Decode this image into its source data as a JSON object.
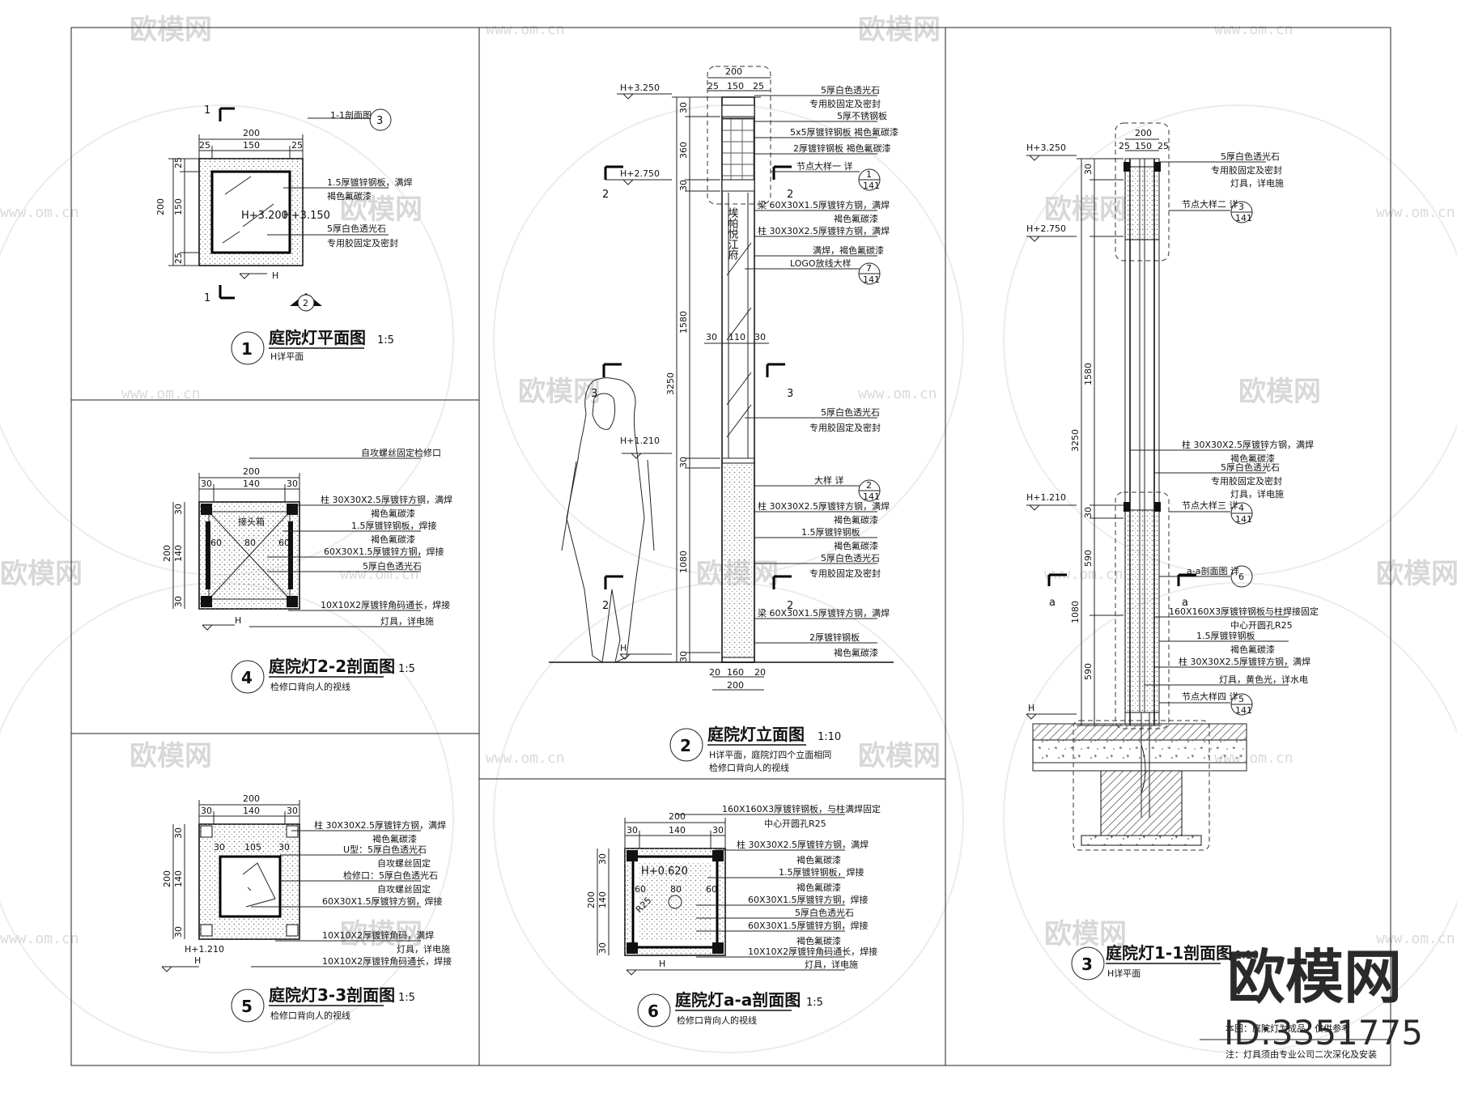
{
  "watermark": {
    "brand": "欧模网",
    "url": "www.om.cn",
    "corner_brand": "欧模网",
    "corner_id": "ID:3351775"
  },
  "panel1": {
    "title": "庭院灯平面图",
    "scale": "1:5",
    "num": "1",
    "sub": "H详平面",
    "dims": [
      "200",
      "25",
      "150",
      "25"
    ],
    "levels": [
      "H+3.200",
      "H+3.150"
    ],
    "notes": [
      "1.5厚镀锌钢板，满焊",
      "褐色氟碳漆",
      "5厚白色透光石",
      "专用胶固定及密封"
    ],
    "section_ref": "1-1剖面图",
    "ref_num": "3",
    "cut": "1",
    "hmark": "H",
    "tri": "2"
  },
  "panel4": {
    "title": "庭院灯2-2剖面图",
    "scale": "1:5",
    "num": "4",
    "sub": "检修口背向人的视线",
    "dims": [
      "200",
      "30",
      "140",
      "30",
      "60",
      "80",
      "60"
    ],
    "notes": [
      "自攻螺丝固定检修口",
      "柱 30X30X2.5厚镀锌方钢，满焊",
      "褐色氟碳漆",
      "1.5厚镀锌钢板，焊接",
      "褐色氟碳漆",
      "60X30X1.5厚镀锌方钢，焊接",
      "5厚白色透光石",
      "10X10X2厚镀锌角码通长，焊接",
      "灯具，详电施"
    ],
    "inner_label": "接头箱",
    "hmark": "H"
  },
  "panel5": {
    "title": "庭院灯3-3剖面图",
    "scale": "1:5",
    "num": "5",
    "sub": "检修口背向人的视线",
    "dims": [
      "200",
      "30",
      "140",
      "30",
      "30",
      "105",
      "30"
    ],
    "level": "H+1.210",
    "notes": [
      "柱 30X30X2.5厚镀锌方钢，满焊",
      "褐色氟碳漆",
      "U型：5厚白色透光石",
      "自攻螺丝固定",
      "检修口：5厚白色透光石",
      "自攻螺丝固定",
      "60X30X1.5厚镀锌方钢，焊接",
      "10X10X2厚镀锌角码，满焊",
      "灯具，详电施",
      "10X10X2厚镀锌角码通长，焊接"
    ],
    "hmark": "H"
  },
  "panel2": {
    "title": "庭院灯立面图",
    "scale": "1:10",
    "num": "2",
    "sub1": "H详平面，庭院灯四个立面相同",
    "sub2": "检修口背向人的视线",
    "levels": [
      "H+3.250",
      "H+2.750",
      "H+1.210",
      "H"
    ],
    "dims_top": [
      "200",
      "25",
      "150",
      "25"
    ],
    "dims_side": [
      "30",
      "360",
      "30",
      "1580",
      "3250",
      "30",
      "1080",
      "30"
    ],
    "dims_mid": [
      "30",
      "110",
      "30"
    ],
    "dims_bottom": [
      "20",
      "160",
      "20",
      "200"
    ],
    "logo_text": "埃帕悦江府",
    "cuts": [
      "2",
      "2",
      "3",
      "3",
      "2",
      "2"
    ],
    "notes": [
      "5厚白色透光石",
      "专用胶固定及密封",
      "5厚不锈钢板",
      "5x5厚镀锌钢板 褐色氟碳漆",
      "2厚镀锌钢板 褐色氟碳漆",
      "节点大样一 详",
      "梁 60X30X1.5厚镀锌方钢，满焊",
      "褐色氟碳漆",
      "柱 30X30X2.5厚镀锌方钢，满焊",
      "满焊，褐色氟碳漆",
      "LOGO放线大样",
      "5厚白色透光石",
      "专用胶固定及密封",
      "大样 详",
      "柱 30X30X2.5厚镀锌方钢，满焊",
      "褐色氟碳漆",
      "1.5厚镀锌钢板",
      "褐色氟碳漆",
      "5厚白色透光石",
      "专用胶固定及密封",
      "梁 60X30X1.5厚镀锌方钢，满焊",
      "2厚镀锌钢板",
      "褐色氟碳漆"
    ],
    "detail_refs": [
      {
        "n": "1",
        "s": "141"
      },
      {
        "n": "7",
        "s": "141"
      },
      {
        "n": "2",
        "s": "141"
      }
    ]
  },
  "panel6": {
    "title": "庭院灯a-a剖面图",
    "scale": "1:5",
    "num": "6",
    "sub": "检修口背向人的视线",
    "dims": [
      "200",
      "30",
      "140",
      "30",
      "60",
      "80",
      "60"
    ],
    "level": "H+0.620",
    "radius": "R25",
    "notes": [
      "160X160X3厚镀锌钢板，与柱满焊固定",
      "中心开圆孔R25",
      "柱 30X30X2.5厚镀锌方钢，满焊",
      "褐色氟碳漆",
      "1.5厚镀锌钢板，焊接",
      "褐色氟碳漆",
      "60X30X1.5厚镀锌方钢，焊接",
      "5厚白色透光石",
      "60X30X1.5厚镀锌方钢，焊接",
      "褐色氟碳漆",
      "10X10X2厚镀锌角码通长，焊接",
      "灯具，详电施"
    ],
    "hmark": "H"
  },
  "panel3": {
    "title": "庭院灯1-1剖面图",
    "scale": "1:10",
    "num": "3",
    "sub": "H详平面",
    "levels": [
      "H+3.250",
      "H+2.750",
      "H+1.210",
      "H"
    ],
    "dims_top": [
      "200",
      "25",
      "150",
      "25"
    ],
    "dims_side": [
      "30",
      "1580",
      "3250",
      "30",
      "590",
      "1080",
      "590"
    ],
    "cut": "a",
    "notes": [
      "5厚白色透光石",
      "专用胶固定及密封",
      "灯具，详电施",
      "节点大样二 详",
      "柱 30X30X2.5厚镀锌方钢，满焊",
      "褐色氟碳漆",
      "5厚白色透光石",
      "专用胶固定及密封",
      "灯具，详电施",
      "节点大样三 详",
      "a-a剖面图 详",
      "160X160X3厚镀锌钢板与柱焊接固定",
      "中心开圆孔R25",
      "1.5厚镀锌钢板",
      "褐色氟碳漆",
      "柱 30X30X2.5厚镀锌方钢，满焊",
      "灯具，黄色光，详水电",
      "节点大样四 详"
    ],
    "detail_refs": [
      {
        "n": "3",
        "s": "141"
      },
      {
        "n": "4",
        "s": "141"
      },
      {
        "n": "6",
        "s": ""
      },
      {
        "n": "5",
        "s": "141"
      }
    ],
    "foot_note1": "本图：庭院灯为成品，仅供参考",
    "foot_note2": "注：灯具须由专业公司二次深化及安装"
  }
}
